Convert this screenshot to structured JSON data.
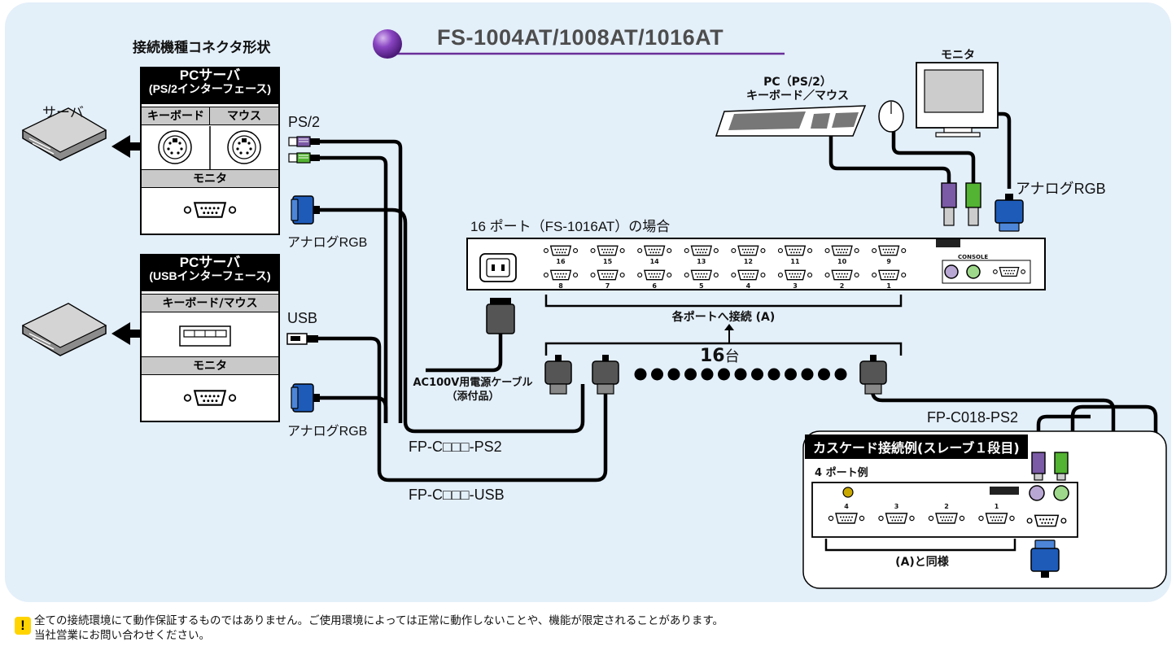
{
  "title": "FS-1004AT/1008AT/1016AT",
  "server_connectors": {
    "heading": "接続機種コネクタ形状",
    "server_label": "サーバ",
    "ps2_box": {
      "header_line1": "PCサーバ",
      "header_line2": "(PS/2インターフェース)",
      "keyboard": "キーボード",
      "mouse": "マウス",
      "monitor": "モニタ"
    },
    "usb_box": {
      "header_line1": "PCサーバ",
      "header_line2": "(USBインターフェース)",
      "keyboard_mouse": "キーボード/マウス",
      "monitor": "モニタ"
    }
  },
  "cables": {
    "ps2_label": "PS/2",
    "usb_label": "USB",
    "analog_rgb_upper": "アナログRGB",
    "analog_rgb_lower": "アナログRGB",
    "analog_rgb_console": "アナログRGB",
    "fp_ps2": "FP-C□□□-PS2",
    "fp_usb": "FP-C□□□-USB",
    "fp_cascade": "FP-C018-PS2"
  },
  "power": {
    "line1": "AC100V用電源ケーブル",
    "line2": "（添付品）"
  },
  "console_devices": {
    "monitor": "モニタ",
    "pc_line1": "PC（PS/2）",
    "pc_line2": "キーボード／マウス"
  },
  "switch": {
    "caption": "16 ポート（FS-1016AT）の場合",
    "console_label": "CONSOLE",
    "top_ports": [
      "16",
      "15",
      "14",
      "13",
      "12",
      "11",
      "10",
      "9"
    ],
    "bottom_ports": [
      "8",
      "7",
      "6",
      "5",
      "4",
      "3",
      "2",
      "1"
    ],
    "bracket_label": "各ポートへ接続 (A)",
    "count_number": "16",
    "count_unit": "台"
  },
  "cascade": {
    "header": "カスケード接続例(スレーブ１段目)",
    "sub_label": "4 ポート例",
    "ports": [
      "4",
      "3",
      "2",
      "1"
    ],
    "bracket_label": "(A)と同様"
  },
  "notice": {
    "icon": "!",
    "line1": "全ての接続環境にて動作保証するものではありません。ご使用環境によっては正常に動作しないことや、機能が限定されることがあります。",
    "line2": "当社営業にお問い合わせください。"
  },
  "colors": {
    "background": "#e3eff9",
    "ps2_keyboard": "#7b5aa6",
    "ps2_mouse": "#53b332",
    "vga_blue": "#1e5bb8",
    "title_ball": "#6a2f99",
    "warning": "#ffd400"
  }
}
